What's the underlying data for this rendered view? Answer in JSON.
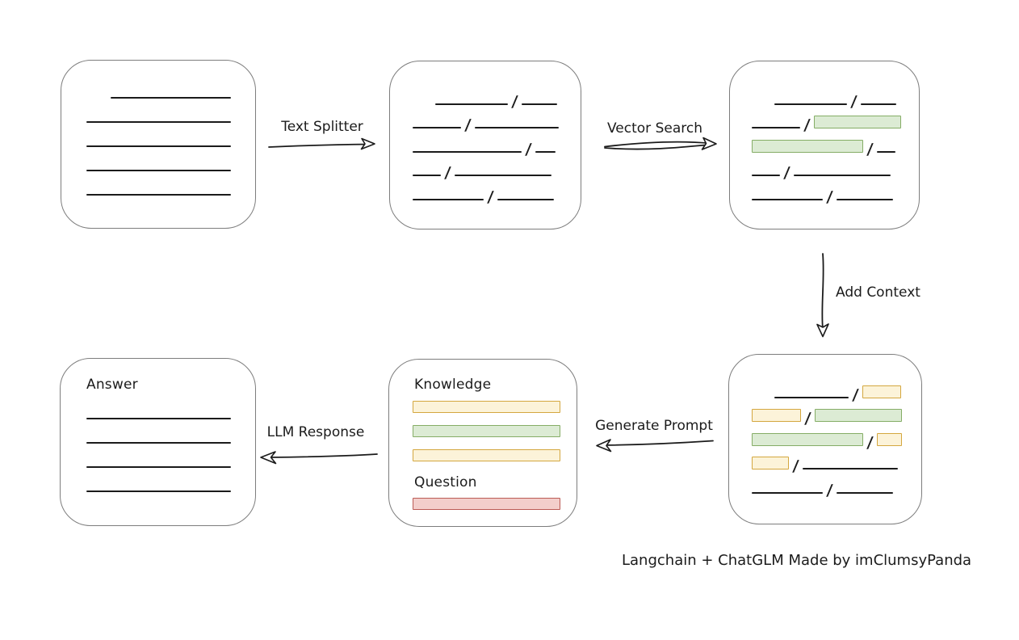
{
  "caption": "Langchain + ChatGLM Made by imClumsyPanda",
  "arrows": {
    "text_splitter": "Text Splitter",
    "vector_search": "Vector Search",
    "add_context": "Add Context",
    "generate_prompt": "Generate Prompt",
    "llm_response": "LLM Response"
  },
  "colors": {
    "line": "#1b1b1b",
    "box_border": "#7d7d7d",
    "green_fill": "#dcebd4",
    "green_border": "#85ad66",
    "yellow_fill": "#fcf3d9",
    "yellow_border": "#d4a73f",
    "red_fill": "#f3cecb",
    "red_border": "#bb5b55"
  },
  "boxes": {
    "document": {
      "rows": [
        [
          "space-30",
          "line-149"
        ],
        [
          "line-179"
        ],
        [
          "line-179"
        ],
        [
          "line-179"
        ],
        [
          "line-179"
        ]
      ]
    },
    "split_text": {
      "rows": [
        [
          "space-28",
          "line-90",
          "slash",
          "line-44"
        ],
        [
          "line-60",
          "slash",
          "line-104"
        ],
        [
          "line-135",
          "slash",
          "line-25"
        ],
        [
          "line-35",
          "slash",
          "line-120"
        ],
        [
          "line-88",
          "slash",
          "line-70"
        ]
      ]
    },
    "vector_matches": {
      "rows": [
        [
          "space-28",
          "line-90",
          "slash",
          "line-44"
        ],
        [
          "line-60",
          "slash",
          "green-108"
        ],
        [
          "green-138",
          "slash",
          "line-23"
        ],
        [
          "line-35",
          "slash",
          "line-120"
        ],
        [
          "line-88",
          "slash",
          "line-70"
        ]
      ]
    },
    "context_chunks": {
      "rows": [
        [
          "space-28",
          "line-92",
          "slash",
          "yellow-48"
        ],
        [
          "yellow-61",
          "slash",
          "green-108"
        ],
        [
          "green-138",
          "slash",
          "yellow-31"
        ],
        [
          "yellow-46",
          "slash",
          "line-118"
        ],
        [
          "line-88",
          "slash",
          "line-70"
        ]
      ]
    },
    "prompt": {
      "knowledge_label": "Knowledge",
      "question_label": "Question",
      "knowledge_bars": [
        "yellow",
        "green",
        "yellow"
      ],
      "question_bars": [
        "red"
      ]
    },
    "answer": {
      "label": "Answer",
      "rows": [
        [
          "line-179"
        ],
        [
          "line-179"
        ],
        [
          "line-179"
        ],
        [
          "line-179"
        ]
      ]
    }
  }
}
